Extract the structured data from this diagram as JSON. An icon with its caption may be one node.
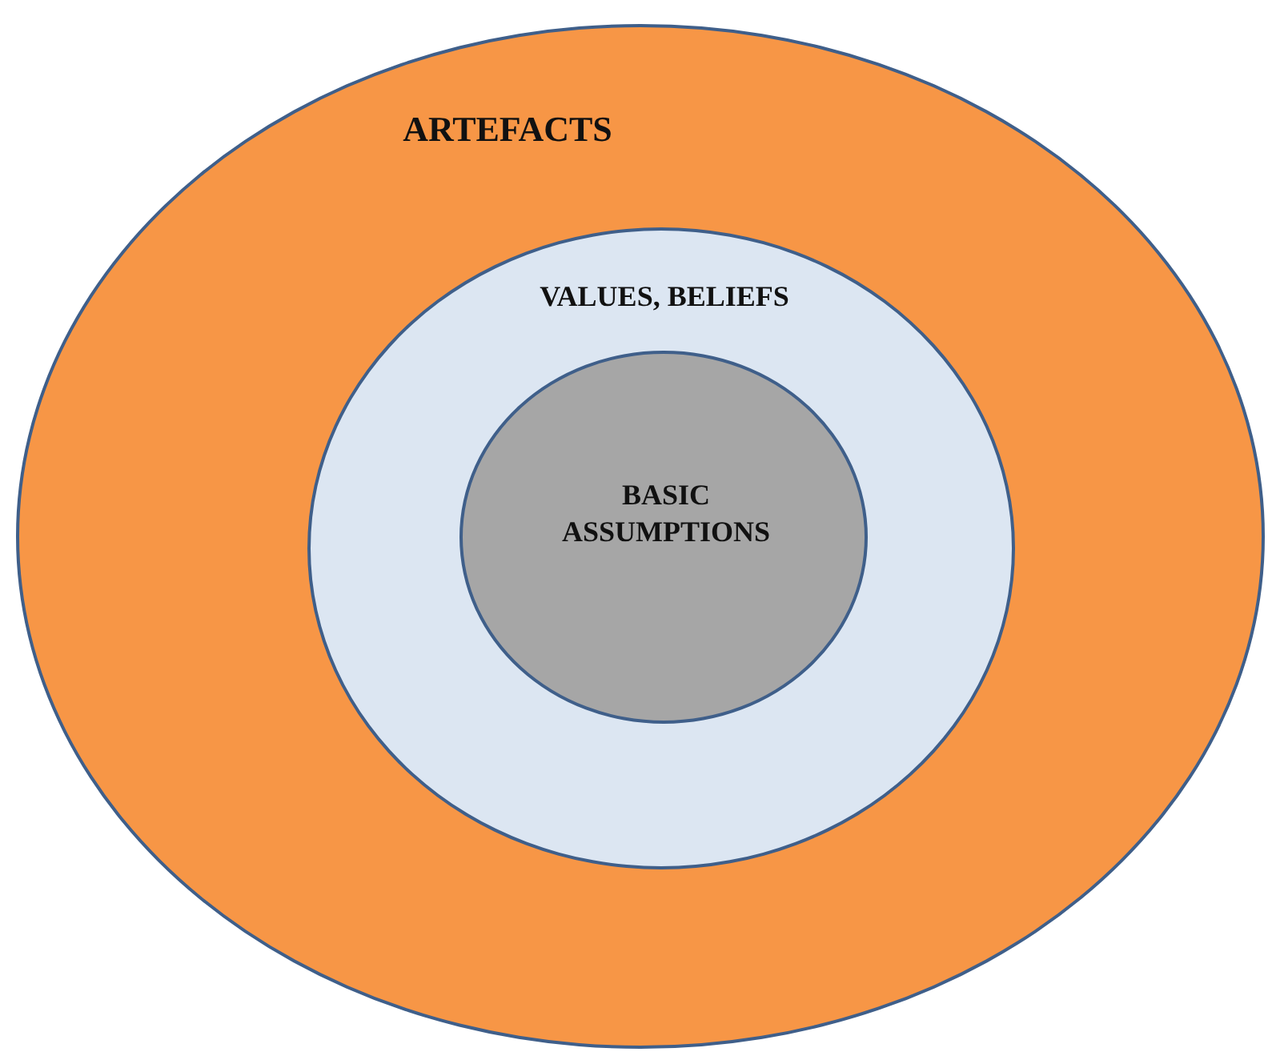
{
  "diagram": {
    "nodes": [
      {
        "text": [
          "ARTEFACTS"
        ]
      },
      {
        "text": [
          "VALUES, BELIEFS"
        ],
        "in": 0
      },
      {
        "text": [
          "BASIC ASSUMPTIONS"
        ],
        "in": 1
      }
    ]
  }
}
